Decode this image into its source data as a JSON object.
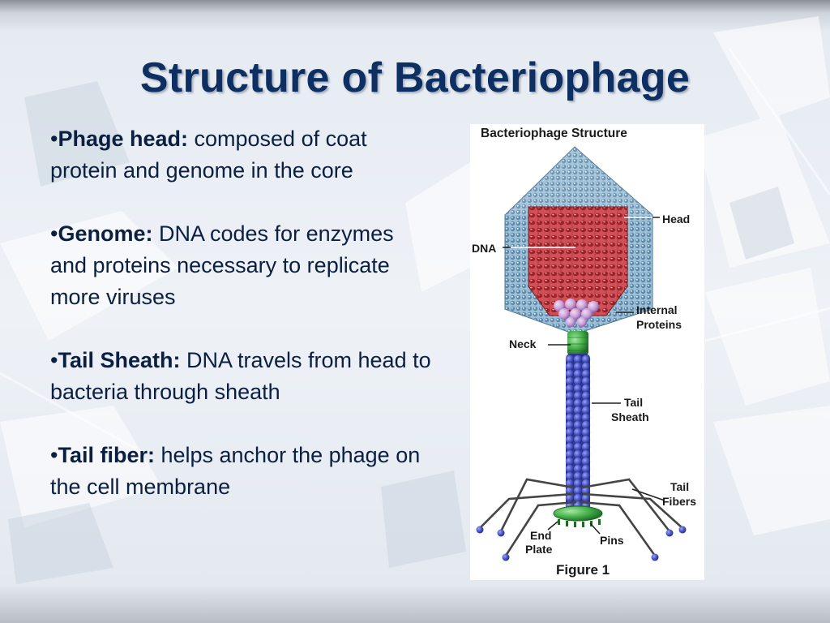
{
  "slide": {
    "title": "Structure of Bacteriophage",
    "bullets": [
      {
        "marker": "•",
        "term": "Phage head:",
        "text": " composed of coat protein and genome in the core"
      },
      {
        "marker": "•",
        "term": "Genome:",
        "text": " DNA codes for enzymes and proteins necessary to replicate more viruses"
      },
      {
        "marker": "•",
        "term": "Tail Sheath:",
        "text": " DNA travels from head to bacteria through sheath"
      },
      {
        "marker": "•",
        "term": "Tail fiber:",
        "text": " helps anchor the phage on the cell membrane"
      }
    ]
  },
  "figure": {
    "title": "Bacteriophage Structure",
    "caption": "Figure 1",
    "labels": {
      "head": "Head",
      "dna": "DNA",
      "internal_1": "Internal",
      "internal_2": "Proteins",
      "neck": "Neck",
      "tail_1": "Tail",
      "tail_2": "Sheath",
      "fibers_1": "Tail",
      "fibers_2": "Fibers",
      "end_1": "End",
      "end_2": "Plate",
      "pins": "Pins"
    }
  },
  "colors": {
    "title": "#0d2f62",
    "text": "#0b1f40",
    "capsid": "#7fa6c2",
    "dna": "#b8333a",
    "internal_proteins": "#c9a0d8",
    "neck": "#45b04a",
    "tail_sheath": "#4a55c8",
    "fiber_tips": "#4450b8"
  }
}
